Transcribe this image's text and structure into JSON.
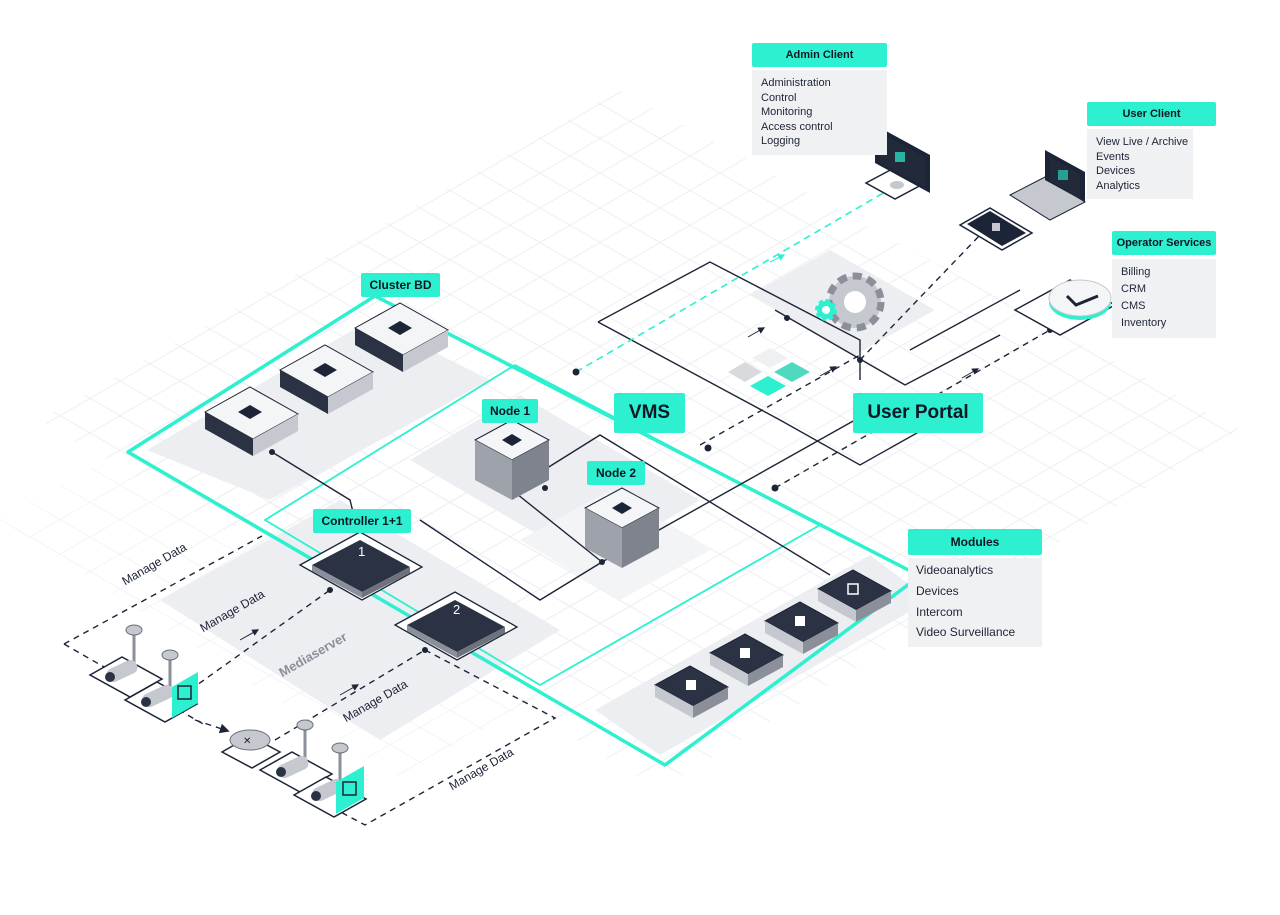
{
  "colors": {
    "accent": "#2cf0cf",
    "line_dark": "#1c2437",
    "panel": "#eceef1",
    "device": "#c6c8cf"
  },
  "labels": {
    "admin_client": "Admin Client",
    "user_client": "User Client",
    "operator_services": "Operator Services",
    "cluster_bd": "Cluster BD",
    "node1": "Node 1",
    "node2": "Node 2",
    "vms": "VMS",
    "user_portal": "User Portal",
    "controller": "Controller 1+1",
    "modules": "Modules",
    "mediaserver": "Mediaserver",
    "manage_data": "Manage Data"
  },
  "lists": {
    "admin_client": [
      "Administration",
      "Control",
      "Monitoring",
      "Access control",
      "Logging"
    ],
    "user_client": [
      "View Live / Archive",
      "Events",
      "Devices",
      "Analytics"
    ],
    "operator_services": [
      "Billing",
      "CRM",
      "CMS",
      "Inventory"
    ],
    "modules": [
      "Videoanalytics",
      "Devices",
      "Intercom",
      "Video Surveillance"
    ]
  },
  "chips": {
    "controller_1": "1",
    "controller_2": "2"
  },
  "icons": [
    "monitor-icon",
    "laptop-icon",
    "tablet-icon",
    "gear-icon",
    "checkmark-dish-icon",
    "server-icon",
    "cube-node-icon",
    "cpu-chip-icon",
    "module-box-icon",
    "camera-icon",
    "face-recognition-icon",
    "router-icon"
  ]
}
